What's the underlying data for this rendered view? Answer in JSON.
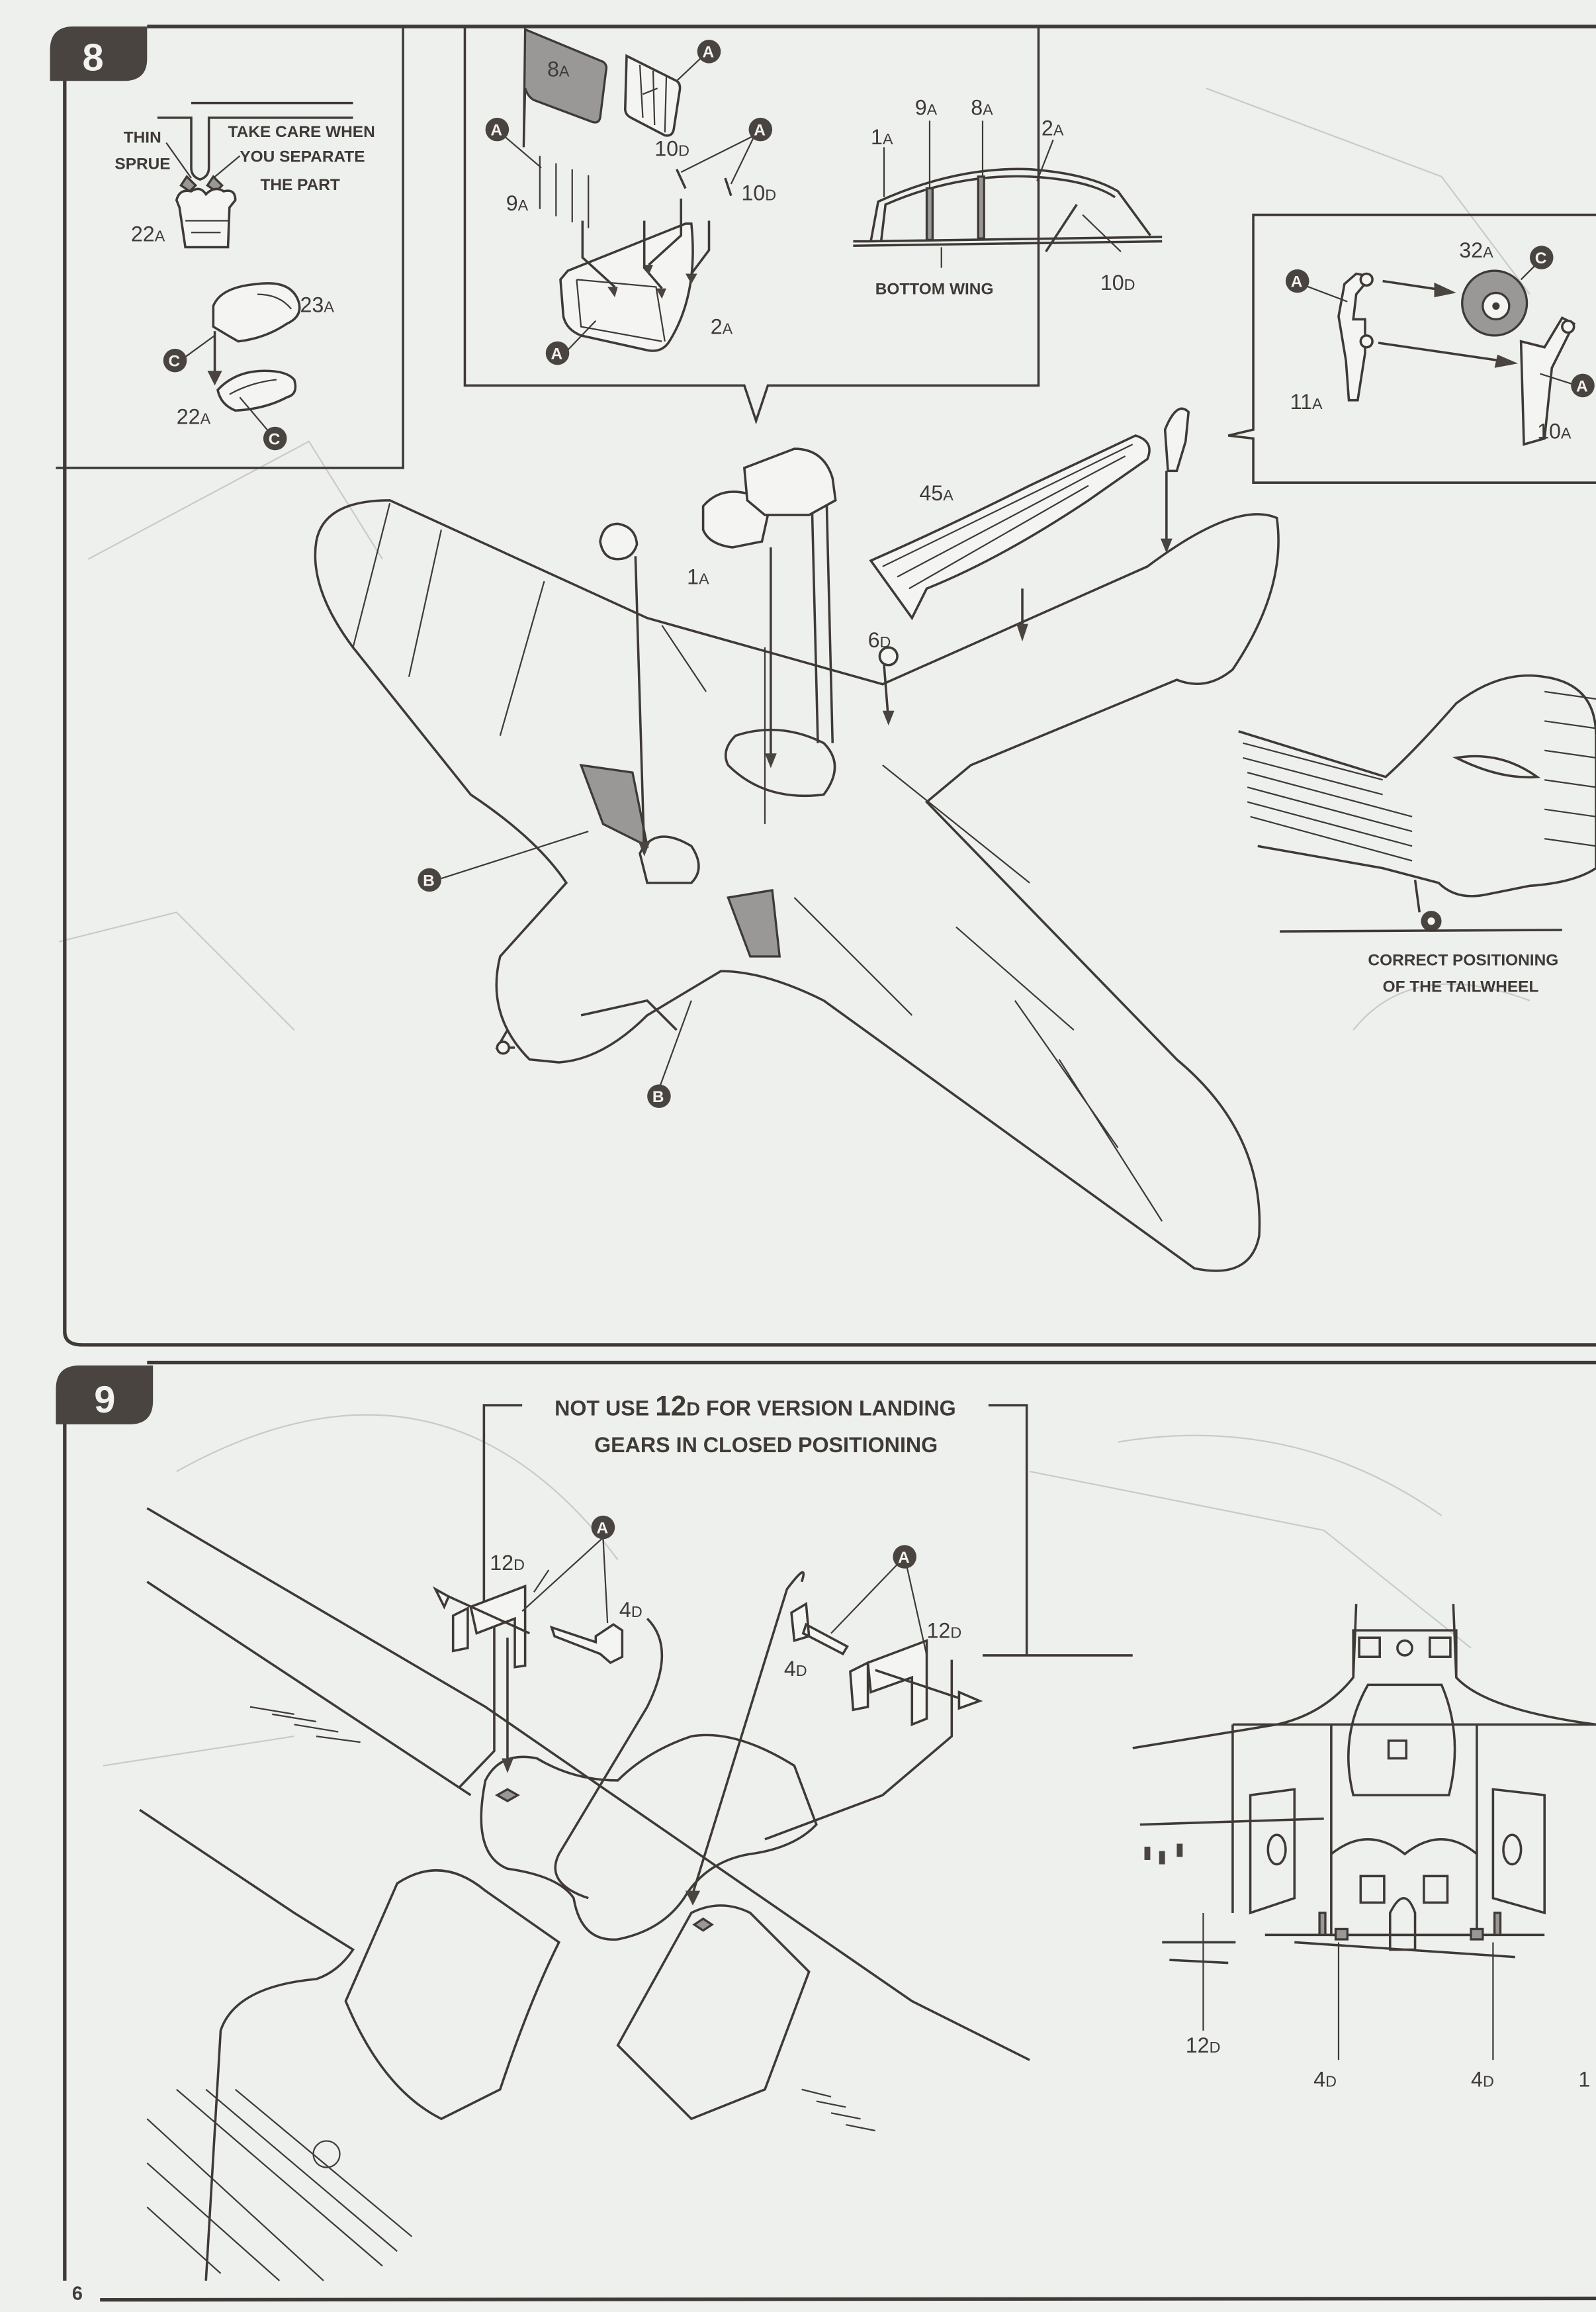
{
  "page_number": "6",
  "colors": {
    "ink": "#3f3a36",
    "paper": "#eef0ee",
    "badge": "#4a4440",
    "shade": "#9a9896"
  },
  "step8": {
    "number": "8",
    "sprue_note": {
      "thin_sprue": [
        "THIN",
        "SPRUE"
      ],
      "care": [
        "TAKE CARE WHEN",
        "YOU SEPARATE",
        "THE PART"
      ],
      "part": {
        "num": "22",
        "sprue": "A"
      }
    },
    "headrest_parts": [
      {
        "num": "23",
        "sprue": "A"
      },
      {
        "num": "22",
        "sprue": "A"
      }
    ],
    "headrest_callouts": [
      "C",
      "C"
    ],
    "cockpit_inset": {
      "parts": [
        {
          "num": "8",
          "sprue": "A"
        },
        {
          "num": "9",
          "sprue": "A"
        },
        {
          "num": "10",
          "sprue": "D"
        },
        {
          "num": "10",
          "sprue": "D"
        },
        {
          "num": "2",
          "sprue": "A"
        }
      ],
      "callouts": [
        "A",
        "A",
        "A",
        "A"
      ]
    },
    "section_diagram": {
      "parts": [
        {
          "num": "1",
          "sprue": "A"
        },
        {
          "num": "9",
          "sprue": "A"
        },
        {
          "num": "8",
          "sprue": "A"
        },
        {
          "num": "2",
          "sprue": "A"
        },
        {
          "num": "10",
          "sprue": "D"
        }
      ],
      "label": [
        "BOTTOM",
        "WING"
      ]
    },
    "tailwheel_inset": {
      "parts": [
        {
          "num": "32",
          "sprue": "A"
        },
        {
          "num": "11",
          "sprue": "A"
        },
        {
          "num": "10",
          "sprue": "A"
        }
      ],
      "callouts": [
        "A",
        "C",
        "A"
      ]
    },
    "main_parts": [
      {
        "num": "1",
        "sprue": "A"
      },
      {
        "num": "45",
        "sprue": "A"
      },
      {
        "num": "6",
        "sprue": "D"
      }
    ],
    "main_callouts": [
      "B",
      "B"
    ],
    "tailwheel_caption": [
      "CORRECT POSITIONING",
      "OF THE TAILWHEEL"
    ]
  },
  "step9": {
    "number": "9",
    "note": {
      "line1_pre": "NOT USE ",
      "line1_num": "12",
      "line1_sprue": "D",
      "line1_post": " FOR VERSION LANDING",
      "line2": "GEARS IN CLOSED POSITIONING"
    },
    "parts": [
      {
        "num": "12",
        "sprue": "D"
      },
      {
        "num": "4",
        "sprue": "D"
      },
      {
        "num": "4",
        "sprue": "D"
      },
      {
        "num": "12",
        "sprue": "D"
      }
    ],
    "callouts": [
      "A",
      "A"
    ],
    "detail_parts": [
      {
        "num": "12",
        "sprue": "D"
      },
      {
        "num": "4",
        "sprue": "D"
      },
      {
        "num": "4",
        "sprue": "D"
      },
      {
        "num": "1",
        "sprue": ""
      }
    ]
  }
}
